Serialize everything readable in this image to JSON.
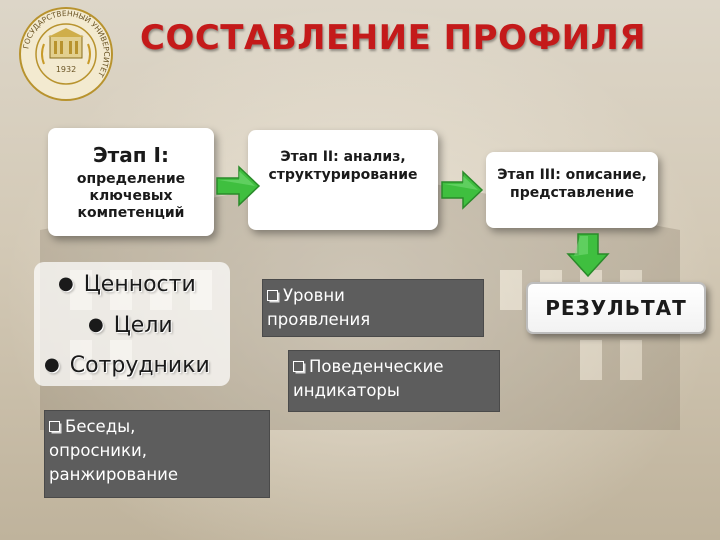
{
  "title": "СОСТАВЛЕНИЕ ПРОФИЛЯ",
  "logo": {
    "icon": "university-seal-icon",
    "text": "ГОСУДАРСТВЕННЫЙ УНИВЕРСИТЕТ",
    "year": "1932"
  },
  "stages": [
    {
      "heading": "Этап I:",
      "body_lines": [
        "определение",
        "ключевых",
        "компетенций"
      ]
    },
    {
      "heading_lines": [
        "Этап II: анализ,",
        "структурирование"
      ]
    },
    {
      "heading_lines": [
        "Этап III:  описание,",
        "представление"
      ]
    }
  ],
  "values": [
    "Ценности",
    "Цели",
    "Сотрудники"
  ],
  "boxes": {
    "interview": [
      "Беседы,",
      "опросники,",
      "ранжирование"
    ],
    "levels": [
      "Уровни",
      "проявления"
    ],
    "indicators": [
      "Поведенческие",
      "индикаторы"
    ]
  },
  "result_label": "РЕЗУЛЬТАТ",
  "colors": {
    "title": "#c41a1a",
    "arrow_fill": "#3fbf3f",
    "gray_box": "#5d5d5d",
    "background": "#d3c9b6"
  }
}
